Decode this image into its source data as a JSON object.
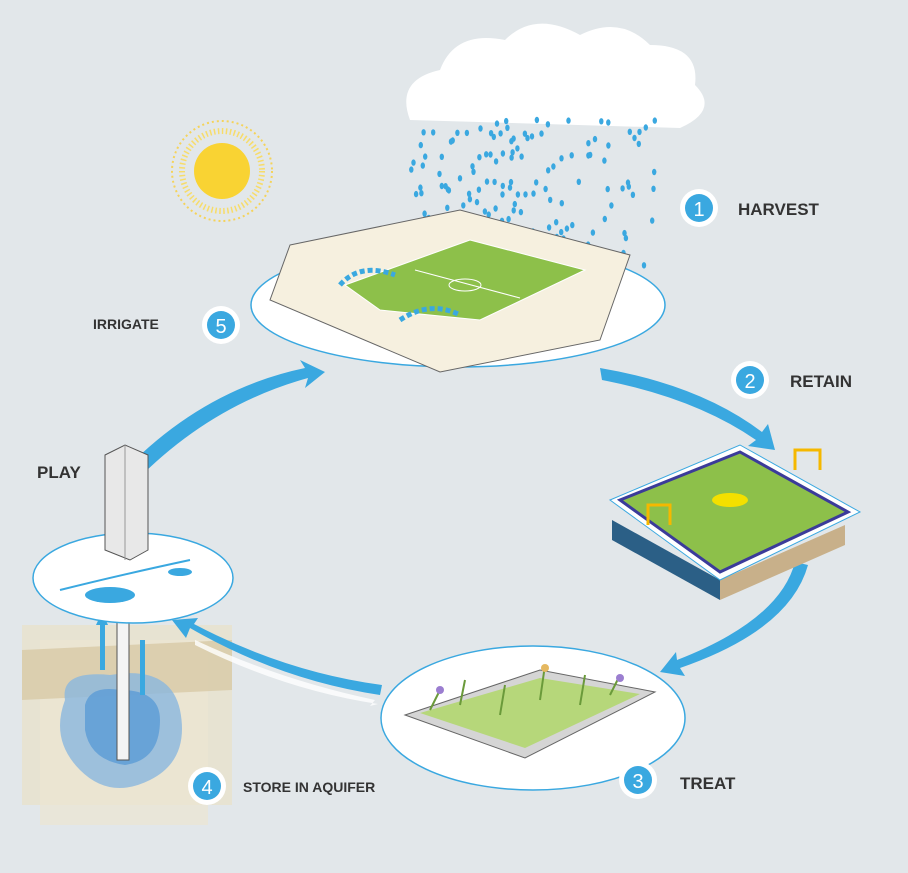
{
  "colors": {
    "background": "#e2e7ea",
    "accent": "#3aa8e0",
    "text": "#333333",
    "grass": "#8dc04a"
  },
  "steps": [
    {
      "number": "1",
      "label": "HARVEST"
    },
    {
      "number": "2",
      "label": "RETAIN"
    },
    {
      "number": "3",
      "label": "TREAT"
    },
    {
      "number": "4",
      "label": "STORE IN AQUIFER"
    },
    {
      "number": "5",
      "label": "IRRIGATE"
    }
  ],
  "play_label": "PLAY"
}
